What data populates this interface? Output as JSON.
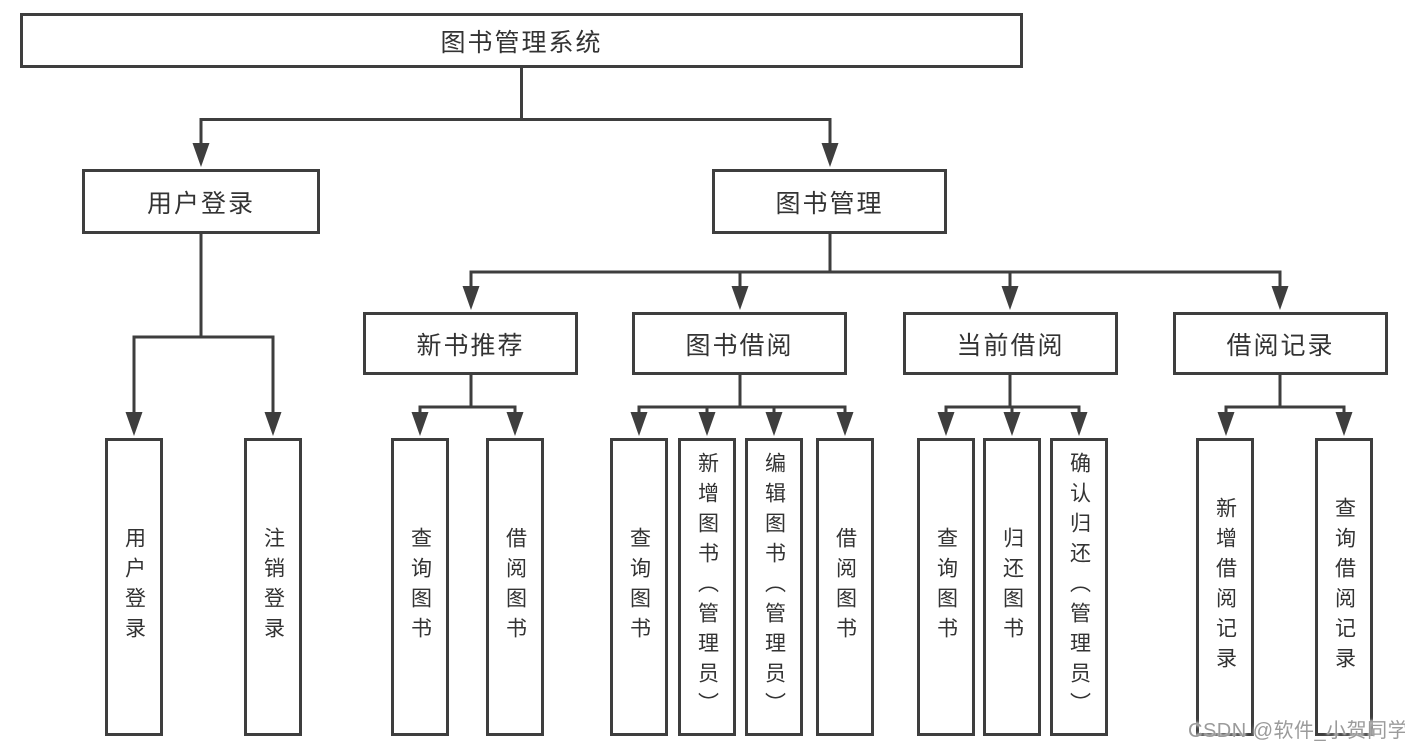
{
  "nodes": {
    "root": "图书管理系统",
    "user_login": "用户登录",
    "book_management": "图书管理",
    "new_book_recommend": "新书推荐",
    "book_borrow": "图书借阅",
    "current_borrow": "当前借阅",
    "borrow_record": "借阅记录",
    "user_login_leaf": "用户登录",
    "logout_leaf": "注销登录",
    "rec_query_book": "查询图书",
    "rec_borrow_book": "借阅图书",
    "bb_query_book": "查询图书",
    "bb_add_book": "新增图书（管理员）",
    "bb_edit_book": "编辑图书（管理员）",
    "bb_borrow_book": "借阅图书",
    "cb_query_book": "查询图书",
    "cb_return_book": "归还图书",
    "cb_confirm_return": "确认归还（管理员）",
    "br_add_record": "新增借阅记录",
    "br_query_record": "查询借阅记录"
  },
  "watermark": "CSDN @软件_小贺同学",
  "colors": {
    "line": "#3e3e3e",
    "box_border": "#3e3e3e",
    "box_background": "#ffffff",
    "text": "#333333",
    "watermark": "#9b9b9b",
    "page_background": "#ffffff"
  }
}
